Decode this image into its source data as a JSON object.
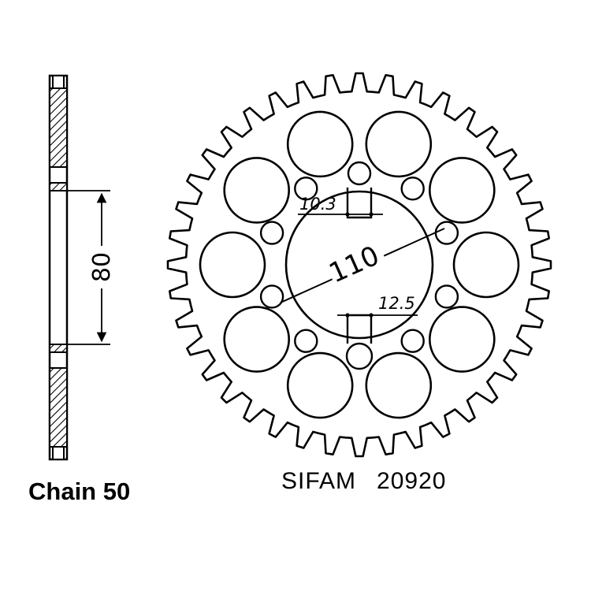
{
  "sprocket": {
    "teeth": 40,
    "pcd_label": "110",
    "small_hole_label": "10.3",
    "large_hole_label": "12.5"
  },
  "side_view": {
    "height_label": "80"
  },
  "chain_label": "Chain 50",
  "part": {
    "brand": "SIFAM",
    "number": "20920"
  }
}
